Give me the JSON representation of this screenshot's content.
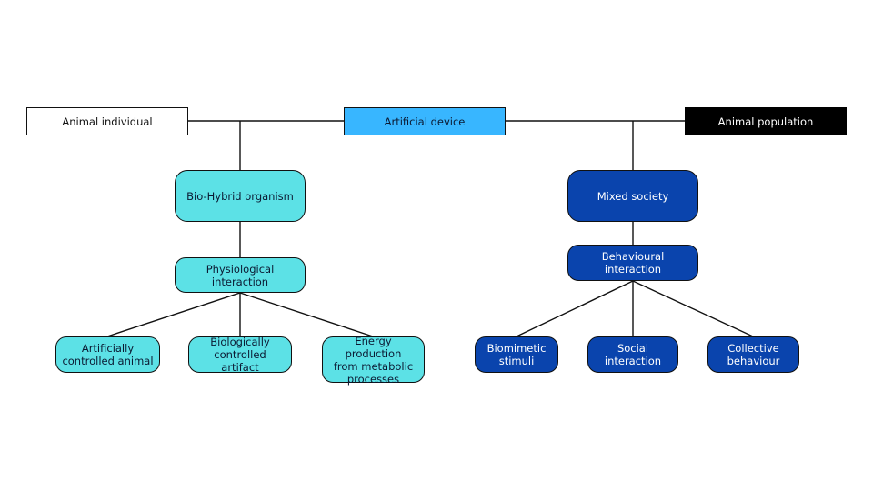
{
  "top": {
    "left_label": "Animal individual",
    "center_label": "Artificial device",
    "right_label": "Animal population"
  },
  "left_branch": {
    "level1": "Bio-Hybrid organism",
    "level2": "Physiological interaction",
    "leaves": [
      "Artificially\ncontrolled animal",
      "Biologically\ncontrolled artifact",
      "Energy production\nfrom metabolic\nprocesses"
    ]
  },
  "right_branch": {
    "level1": "Mixed society",
    "level2": "Behavioural interaction",
    "leaves": [
      "Biomimetic\nstimuli",
      "Social\ninteraction",
      "Collective\nbehaviour"
    ]
  },
  "colors": {
    "device": "#38b6ff",
    "population": "#000000",
    "bio_hybrid": "#5ce1e6",
    "mixed_society": "#0a44ad",
    "lines": "#111111"
  }
}
